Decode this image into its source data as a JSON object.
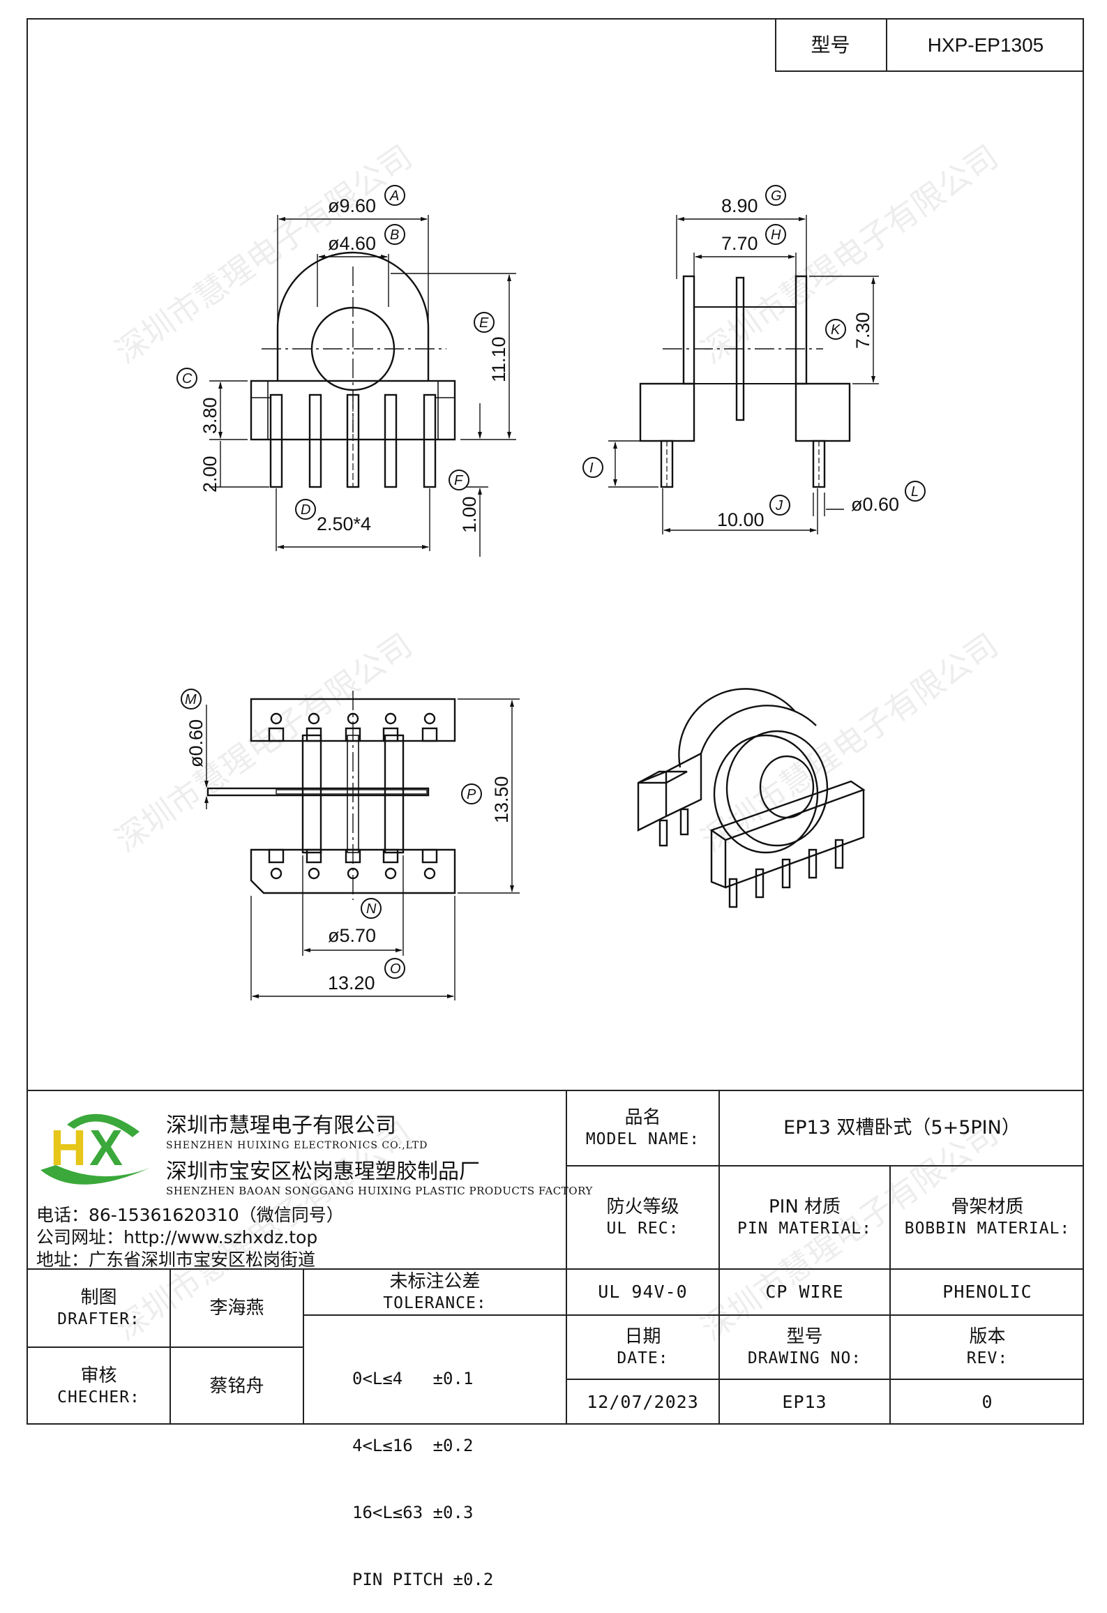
{
  "header": {
    "model_label": "型号",
    "model_value": "HXP-EP1305"
  },
  "dimensions": {
    "A": "ø9.60",
    "B": "ø4.60",
    "C": "3.80",
    "D": "2.50*4",
    "E": "11.10",
    "F": "1.00",
    "G": "8.90",
    "H": "7.70",
    "K": "7.30",
    "I": "",
    "J": "10.00",
    "L": "ø0.60",
    "M": "ø0.60",
    "N": "ø5.70",
    "O": "13.20",
    "P": "13.50",
    "unlabeled_2": "2.00"
  },
  "markers": {
    "A": "A",
    "B": "B",
    "C": "C",
    "D": "D",
    "E": "E",
    "F": "F",
    "G": "G",
    "H": "H",
    "I": "I",
    "J": "J",
    "K": "K",
    "L": "L",
    "M": "M",
    "N": "N",
    "O": "O",
    "P": "P"
  },
  "watermark": "深圳市慧瑆电子有限公司",
  "company": {
    "name_cn": "深圳市慧瑆电子有限公司",
    "name_en": "SHENZHEN HUIXING ELECTRONICS CO.,LTD",
    "factory_cn": "深圳市宝安区松岗惠瑆塑胶制品厂",
    "factory_en": "SHENZHEN BAOAN SONGGANG HUIXING PLASTIC PRODUCTS FACTORY",
    "phone": "电话：86-15361620310（微信同号）",
    "website": "公司网址：http://www.szhxdz.top",
    "address": "地址：广东省深圳市宝安区松岗街道"
  },
  "logo": {
    "letters": "HX",
    "green": "#3aa83a",
    "yellow": "#e6c619"
  },
  "title_block": {
    "product_label_cn": "品名",
    "product_label_en": "MODEL NAME:",
    "product_value": "EP13 双槽卧式（5+5PIN）",
    "fire_label_cn": "防火等级",
    "fire_label_en": "UL REC:",
    "pin_label_cn": "PIN 材质",
    "pin_label_en": "PIN MATERIAL:",
    "bobbin_label_cn": "骨架材质",
    "bobbin_label_en": "BOBBIN MATERIAL:",
    "fire_value": "UL 94V-0",
    "pin_value": "CP WIRE",
    "bobbin_value": "PHENOLIC",
    "drafter_label_cn": "制图",
    "drafter_label_en": "DRAFTER:",
    "drafter_value": "李海燕",
    "checker_label_cn": "审核",
    "checker_label_en": "CHECHER:",
    "checker_value": "蔡铭舟",
    "tolerance_label_cn": "未标注公差",
    "tolerance_label_en": "TOLERANCE:",
    "tolerances": [
      "0<L≤4   ±0.1",
      "4<L≤16  ±0.2",
      "16<L≤63 ±0.3",
      "PIN PITCH ±0.2"
    ],
    "date_label_cn": "日期",
    "date_label_en": "DATE:",
    "date_value": "12/07/2023",
    "drawing_label_cn": "型号",
    "drawing_label_en": "DRAWING NO:",
    "drawing_value": "EP13",
    "rev_label_cn": "版本",
    "rev_label_en": "REV:",
    "rev_value": "0"
  }
}
